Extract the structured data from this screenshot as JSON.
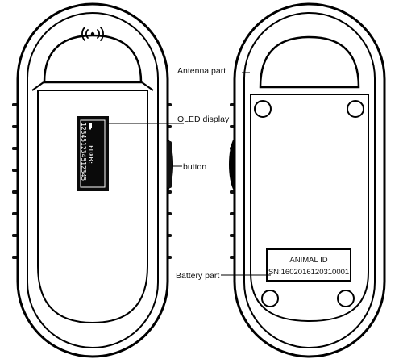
{
  "labels": {
    "antenna": "Antenna part",
    "oled": "OLED display",
    "button": "button",
    "battery": "Battery part"
  },
  "screen": {
    "line1": "FDXB:",
    "line2": "123451234512345"
  },
  "plate": {
    "title": "ANIMAL ID",
    "serial": "SN:1602016120310001"
  },
  "icons": {
    "signal": "rfid-signal-icon",
    "battery": "battery-icon"
  },
  "colors": {
    "outline": "#000000",
    "screen": "#0a0a0a",
    "background": "#ffffff"
  }
}
